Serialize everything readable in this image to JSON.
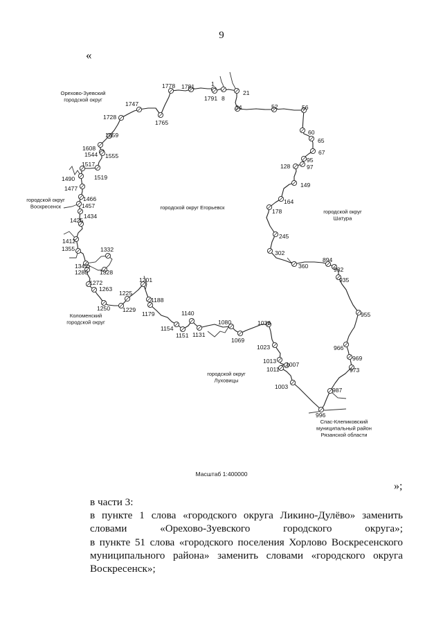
{
  "page": {
    "number": "9",
    "open_quote": "«",
    "close_quote": "»;"
  },
  "map": {
    "scale": "Масштаб 1:400000",
    "areas": [
      {
        "id": "orekhovo",
        "lines": [
          "Орехово-Зуевский",
          "городской округ"
        ]
      },
      {
        "id": "egorievsk",
        "lines": [
          "городской округ Егорьевск"
        ]
      },
      {
        "id": "shatura",
        "lines": [
          "городской округ",
          "Шатура"
        ]
      },
      {
        "id": "voskresensk",
        "lines": [
          "городской округ",
          "Воскресенск"
        ]
      },
      {
        "id": "kolomna",
        "lines": [
          "Коломенский",
          "городской округ"
        ]
      },
      {
        "id": "lukhovitsy",
        "lines": [
          "городской округ",
          "Луховицы"
        ]
      },
      {
        "id": "spas",
        "lines": [
          "Спас-Клепиковский",
          "муниципальный район",
          "Рязанской области"
        ]
      }
    ],
    "points": [
      "1",
      "8",
      "21",
      "34",
      "52",
      "56",
      "60",
      "65",
      "67",
      "95",
      "97",
      "128",
      "149",
      "164",
      "178",
      "245",
      "302",
      "360",
      "894",
      "932",
      "935",
      "955",
      "966",
      "969",
      "973",
      "987",
      "996",
      "1003",
      "1007",
      "1011",
      "1013",
      "1023",
      "1036",
      "1069",
      "1080",
      "1131",
      "1140",
      "1151",
      "1154",
      "1179",
      "1188",
      "1201",
      "1225",
      "1229",
      "1250",
      "1263",
      "1272",
      "1280",
      "1328",
      "1332",
      "1342",
      "1355",
      "1412",
      "1425",
      "1434",
      "1457",
      "1466",
      "1477",
      "1490",
      "1517",
      "1519",
      "1544",
      "1555",
      "1608",
      "1659",
      "1728",
      "1747",
      "1765",
      "1778",
      "1781",
      "1791"
    ]
  },
  "text": {
    "p1": "в части 3:",
    "p2": "в пункте 1 слова «городского округа Ликино-Дулёво» заменить словами «Орехово-Зуевского городского округа»;",
    "p3": "в пункте 51 слова «городского поселения Хорлово Воскресенского муниципального района» заменить словами «городского округа Воскресенск»;"
  }
}
